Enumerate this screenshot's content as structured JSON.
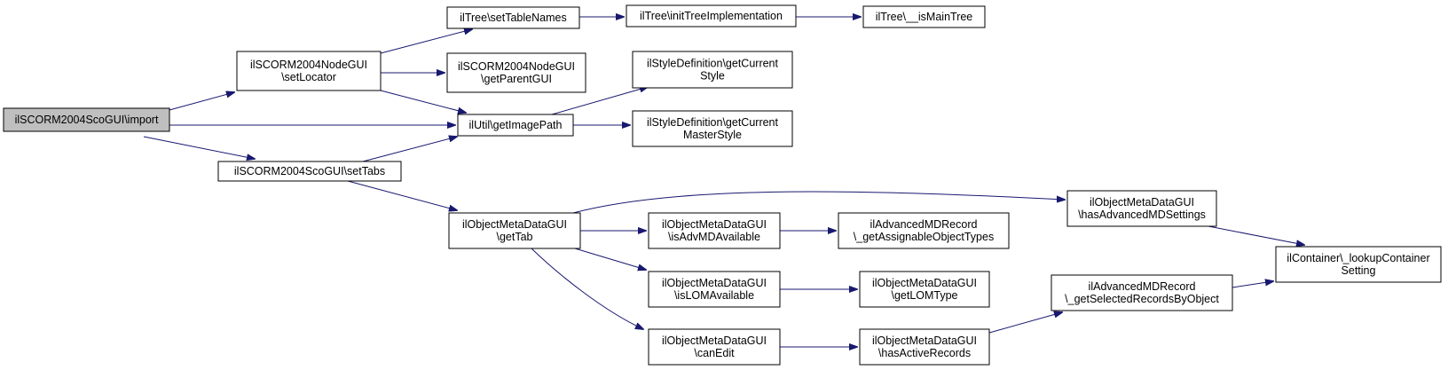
{
  "diagram": {
    "type": "call-graph",
    "colors": {
      "edge": "#191970",
      "root_fill": "#bfbfbf",
      "node_fill": "#ffffff",
      "node_border": "#000000"
    },
    "nodes": [
      {
        "id": "sco_import",
        "lines": [
          "ilSCORM2004ScoGUI\\import"
        ],
        "root": true
      },
      {
        "id": "node_setlocator",
        "lines": [
          "ilSCORM2004NodeGUI",
          "\\setLocator"
        ]
      },
      {
        "id": "sco_settabs",
        "lines": [
          "ilSCORM2004ScoGUI\\setTabs"
        ]
      },
      {
        "id": "tree_settablenames",
        "lines": [
          "ilTree\\setTableNames"
        ]
      },
      {
        "id": "node_getparentgui",
        "lines": [
          "ilSCORM2004NodeGUI",
          "\\getParentGUI"
        ]
      },
      {
        "id": "util_getimagepath",
        "lines": [
          "ilUtil\\getImagePath"
        ]
      },
      {
        "id": "tree_inittreeimpl",
        "lines": [
          "ilTree\\initTreeImplementation"
        ]
      },
      {
        "id": "tree_ismaintree",
        "lines": [
          "ilTree\\__isMainTree"
        ]
      },
      {
        "id": "style_getcurrentstyle",
        "lines": [
          "ilStyleDefinition\\getCurrent",
          "Style"
        ]
      },
      {
        "id": "style_getcurrentmasterstyle",
        "lines": [
          "ilStyleDefinition\\getCurrent",
          "MasterStyle"
        ]
      },
      {
        "id": "omd_gettab",
        "lines": [
          "ilObjectMetaDataGUI",
          "\\getTab"
        ]
      },
      {
        "id": "omd_hasadvmdsettings",
        "lines": [
          "ilObjectMetaDataGUI",
          "\\hasAdvancedMDSettings"
        ]
      },
      {
        "id": "omd_isadvmdavailable",
        "lines": [
          "ilObjectMetaDataGUI",
          "\\isAdvMDAvailable"
        ]
      },
      {
        "id": "amd_getassignabletypes",
        "lines": [
          "ilAdvancedMDRecord",
          "\\_getAssignableObjectTypes"
        ]
      },
      {
        "id": "omd_islomavailable",
        "lines": [
          "ilObjectMetaDataGUI",
          "\\isLOMAvailable"
        ]
      },
      {
        "id": "omd_getlomtype",
        "lines": [
          "ilObjectMetaDataGUI",
          "\\getLOMType"
        ]
      },
      {
        "id": "omd_canedit",
        "lines": [
          "ilObjectMetaDataGUI",
          "\\canEdit"
        ]
      },
      {
        "id": "omd_hasactiverecords",
        "lines": [
          "ilObjectMetaDataGUI",
          "\\hasActiveRecords"
        ]
      },
      {
        "id": "amd_getselectedrecords",
        "lines": [
          "ilAdvancedMDRecord",
          "\\_getSelectedRecordsByObject"
        ]
      },
      {
        "id": "container_lookupsetting",
        "lines": [
          "ilContainer\\_lookupContainer",
          "Setting"
        ]
      }
    ],
    "edges": [
      {
        "from": "sco_import",
        "to": "node_setlocator"
      },
      {
        "from": "sco_import",
        "to": "util_getimagepath"
      },
      {
        "from": "sco_import",
        "to": "sco_settabs"
      },
      {
        "from": "node_setlocator",
        "to": "tree_settablenames"
      },
      {
        "from": "node_setlocator",
        "to": "node_getparentgui"
      },
      {
        "from": "node_setlocator",
        "to": "util_getimagepath"
      },
      {
        "from": "tree_settablenames",
        "to": "tree_inittreeimpl"
      },
      {
        "from": "tree_inittreeimpl",
        "to": "tree_ismaintree"
      },
      {
        "from": "util_getimagepath",
        "to": "style_getcurrentstyle"
      },
      {
        "from": "util_getimagepath",
        "to": "style_getcurrentmasterstyle"
      },
      {
        "from": "sco_settabs",
        "to": "util_getimagepath"
      },
      {
        "from": "sco_settabs",
        "to": "omd_gettab"
      },
      {
        "from": "omd_gettab",
        "to": "omd_hasadvmdsettings"
      },
      {
        "from": "omd_gettab",
        "to": "omd_isadvmdavailable"
      },
      {
        "from": "omd_gettab",
        "to": "omd_islomavailable"
      },
      {
        "from": "omd_gettab",
        "to": "omd_canedit"
      },
      {
        "from": "omd_hasadvmdsettings",
        "to": "container_lookupsetting"
      },
      {
        "from": "omd_isadvmdavailable",
        "to": "amd_getassignabletypes"
      },
      {
        "from": "omd_islomavailable",
        "to": "omd_getlomtype"
      },
      {
        "from": "omd_canedit",
        "to": "omd_hasactiverecords"
      },
      {
        "from": "omd_hasactiverecords",
        "to": "amd_getselectedrecords"
      },
      {
        "from": "amd_getselectedrecords",
        "to": "container_lookupsetting"
      }
    ]
  }
}
